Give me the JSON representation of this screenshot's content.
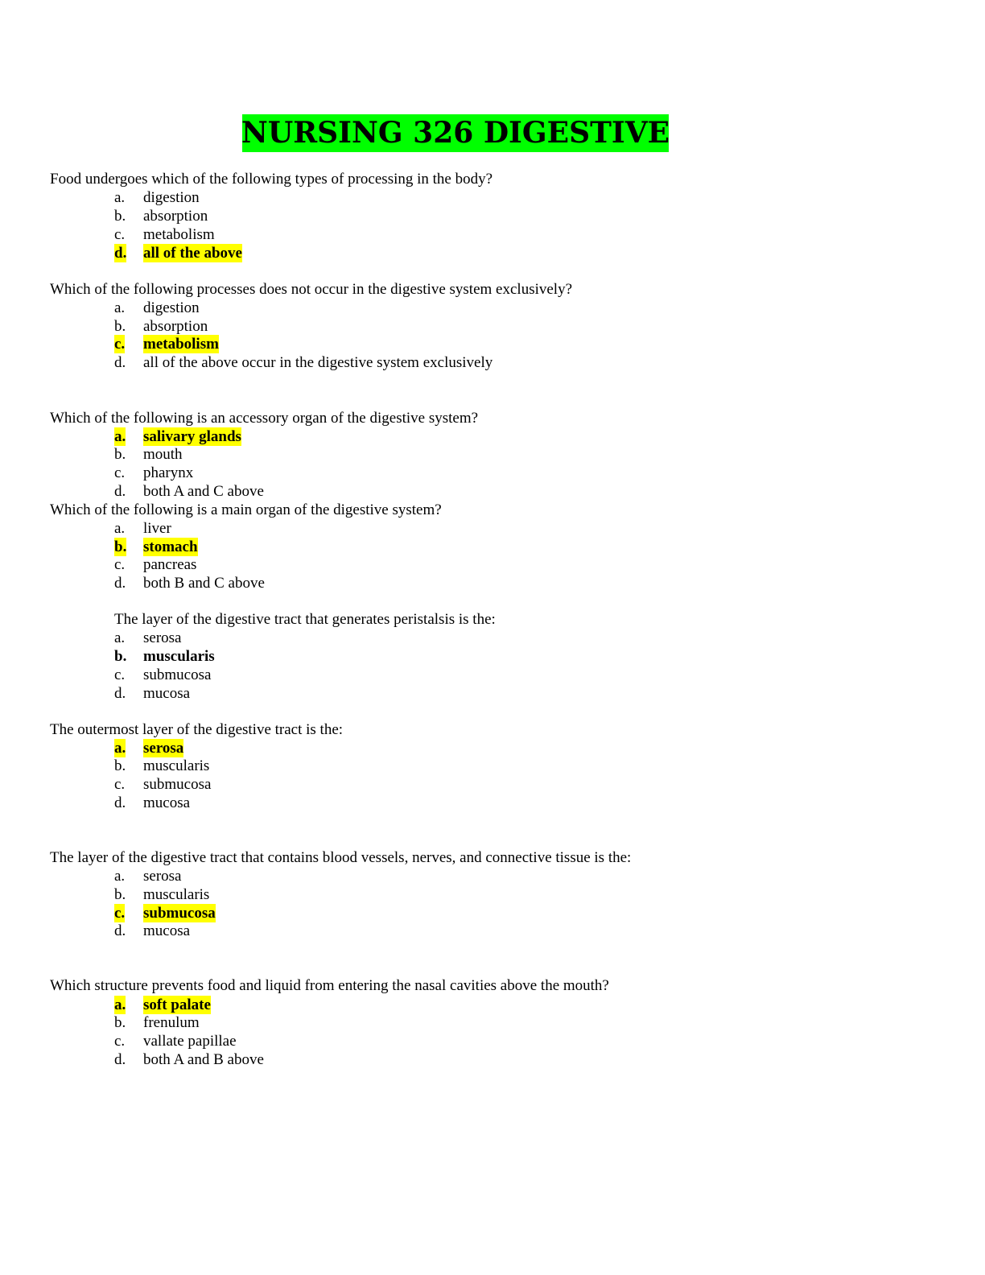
{
  "document": {
    "title": "NURSING 326 DIGESTIVE",
    "title_highlight_color": "#00ff00",
    "answer_highlight_color": "#ffff00"
  },
  "questions": [
    {
      "text": "Food undergoes which of the following types of processing in the body?",
      "options": [
        {
          "letter": "a.",
          "text": "digestion"
        },
        {
          "letter": "b.",
          "text": "absorption"
        },
        {
          "letter": "c.",
          "text": "metabolism"
        },
        {
          "letter": "d.",
          "text": "all of the above"
        }
      ],
      "answer": "d"
    },
    {
      "text": "Which of the following processes does not occur in the digestive system exclusively?",
      "options": [
        {
          "letter": "a.",
          "text": "digestion"
        },
        {
          "letter": "b.",
          "text": "absorption"
        },
        {
          "letter": "c.",
          "text": "metabolism"
        },
        {
          "letter": "d.",
          "text": "all of the above occur in the digestive system exclusively"
        }
      ],
      "answer": "c"
    },
    {
      "text": "Which of the following is an accessory organ of the digestive system?",
      "options": [
        {
          "letter": "a.",
          "text": "salivary glands"
        },
        {
          "letter": "b.",
          "text": "mouth"
        },
        {
          "letter": "c.",
          "text": "pharynx"
        },
        {
          "letter": "d.",
          "text": "both A and C above"
        }
      ],
      "answer": "a"
    },
    {
      "text": "Which of the following is a main organ of the digestive system?",
      "options": [
        {
          "letter": "a.",
          "text": "liver"
        },
        {
          "letter": "b.",
          "text": "stomach"
        },
        {
          "letter": "c.",
          "text": "pancreas"
        },
        {
          "letter": "d.",
          "text": "both B and C above"
        }
      ],
      "answer": "b"
    },
    {
      "text": "The layer of the digestive tract that generates peristalsis is the:",
      "options": [
        {
          "letter": "a.",
          "text": "serosa"
        },
        {
          "letter": "b.",
          "text": "muscularis"
        },
        {
          "letter": "c.",
          "text": "submucosa"
        },
        {
          "letter": "d.",
          "text": "mucosa"
        }
      ],
      "answer": "b"
    },
    {
      "text": "The outermost layer of the digestive tract is the:",
      "options": [
        {
          "letter": "a.",
          "text": "serosa"
        },
        {
          "letter": "b.",
          "text": "muscularis"
        },
        {
          "letter": "c.",
          "text": "submucosa"
        },
        {
          "letter": "d.",
          "text": "mucosa"
        }
      ],
      "answer": "a"
    },
    {
      "text": "The layer of the digestive tract that contains blood vessels, nerves, and connective tissue is the:",
      "options": [
        {
          "letter": "a.",
          "text": "serosa"
        },
        {
          "letter": "b.",
          "text": "muscularis"
        },
        {
          "letter": "c.",
          "text": "submucosa"
        },
        {
          "letter": "d.",
          "text": "mucosa"
        }
      ],
      "answer": "c"
    },
    {
      "text": "Which structure prevents food and liquid from entering the nasal cavities above the mouth?",
      "options": [
        {
          "letter": "a.",
          "text": "soft palate"
        },
        {
          "letter": "b.",
          "text": "frenulum"
        },
        {
          "letter": "c.",
          "text": "vallate papillae"
        },
        {
          "letter": "d.",
          "text": "both A and B above"
        }
      ],
      "answer": "a"
    }
  ]
}
